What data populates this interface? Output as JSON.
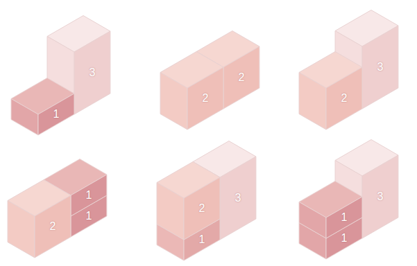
{
  "diagram": {
    "labels": [
      "1",
      "3",
      "2",
      "2",
      "2",
      "3",
      "2",
      "1",
      "1",
      "1",
      "2",
      "3",
      "1",
      "1",
      "3"
    ]
  }
}
